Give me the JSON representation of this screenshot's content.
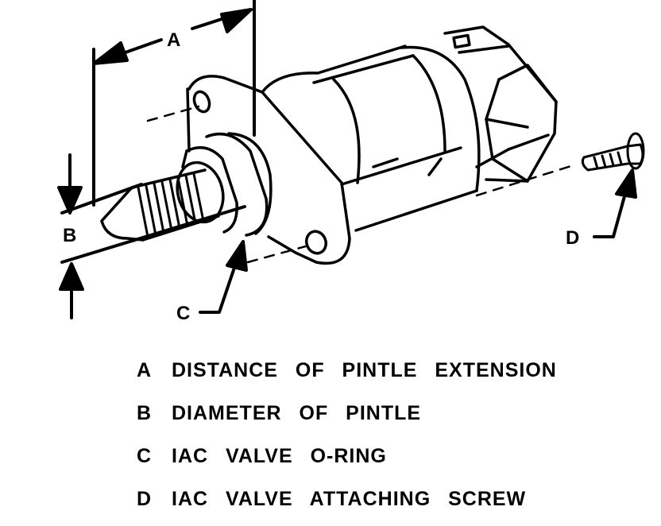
{
  "colors": {
    "ink": "#000000",
    "paper": "#ffffff"
  },
  "callouts": {
    "a": "A",
    "b": "B",
    "c": "C",
    "d": "D"
  },
  "legend": [
    {
      "letter": "A",
      "text": "DISTANCE OF PINTLE EXTENSION"
    },
    {
      "letter": "B",
      "text": "DIAMETER OF PINTLE"
    },
    {
      "letter": "C",
      "text": "IAC VALVE O-RING"
    },
    {
      "letter": "D",
      "text": "IAC VALVE ATTACHING SCREW"
    }
  ]
}
